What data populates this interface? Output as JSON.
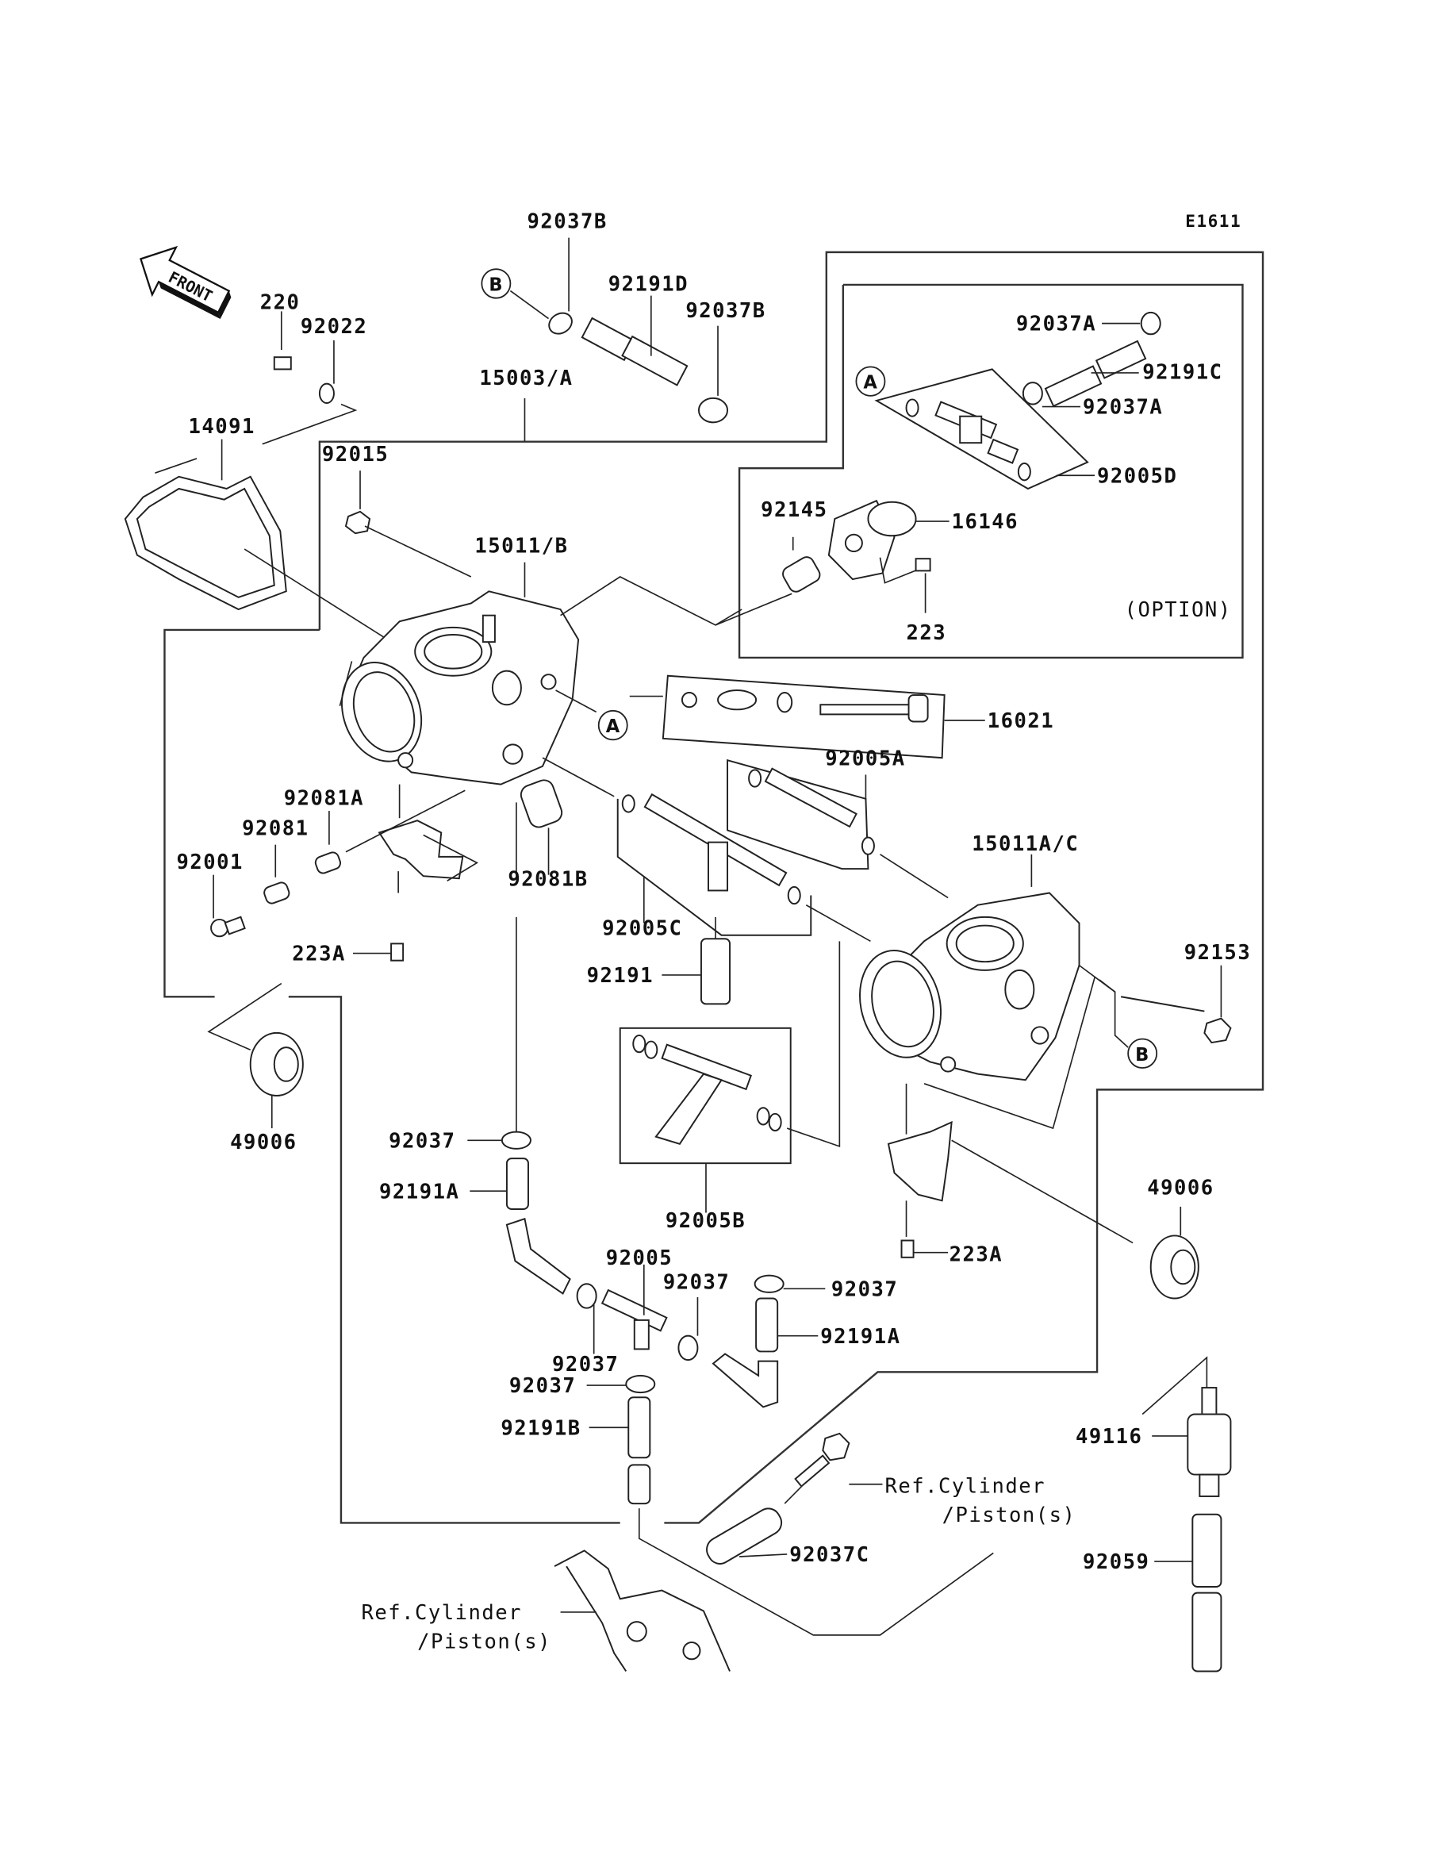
{
  "diagram": {
    "code": "E1611",
    "front_label": "FRONT",
    "option_label": "(OPTION)",
    "ref_cylinder_1": [
      "Ref.Cylinder",
      "/Piston(s)"
    ],
    "ref_cylinder_2": [
      "Ref.Cylinder",
      "/Piston(s)"
    ],
    "callouts": {
      "A": "A",
      "B": "B"
    },
    "parts": [
      {
        "id": "92037B_top",
        "label": "92037B"
      },
      {
        "id": "220",
        "label": "220"
      },
      {
        "id": "92022",
        "label": "92022"
      },
      {
        "id": "92191D",
        "label": "92191D"
      },
      {
        "id": "92037B_right",
        "label": "92037B"
      },
      {
        "id": "15003A",
        "label": "15003/A"
      },
      {
        "id": "14091",
        "label": "14091"
      },
      {
        "id": "92015",
        "label": "92015"
      },
      {
        "id": "15011B",
        "label": "15011/B"
      },
      {
        "id": "92037A_top",
        "label": "92037A"
      },
      {
        "id": "92191C",
        "label": "92191C"
      },
      {
        "id": "92037A_mid",
        "label": "92037A"
      },
      {
        "id": "92005D",
        "label": "92005D"
      },
      {
        "id": "92145",
        "label": "92145"
      },
      {
        "id": "16146",
        "label": "16146"
      },
      {
        "id": "223",
        "label": "223"
      },
      {
        "id": "16021",
        "label": "16021"
      },
      {
        "id": "92005A",
        "label": "92005A"
      },
      {
        "id": "15011AC",
        "label": "15011A/C"
      },
      {
        "id": "92081A",
        "label": "92081A"
      },
      {
        "id": "92081",
        "label": "92081"
      },
      {
        "id": "92001",
        "label": "92001"
      },
      {
        "id": "92081B",
        "label": "92081B"
      },
      {
        "id": "92005C",
        "label": "92005C"
      },
      {
        "id": "223A_left",
        "label": "223A"
      },
      {
        "id": "92191",
        "label": "92191"
      },
      {
        "id": "92153",
        "label": "92153"
      },
      {
        "id": "49006_left",
        "label": "49006"
      },
      {
        "id": "92037_a",
        "label": "92037"
      },
      {
        "id": "92191A_left",
        "label": "92191A"
      },
      {
        "id": "92005B",
        "label": "92005B"
      },
      {
        "id": "49006_right",
        "label": "49006"
      },
      {
        "id": "223A_right",
        "label": "223A"
      },
      {
        "id": "92005",
        "label": "92005"
      },
      {
        "id": "92037_b",
        "label": "92037"
      },
      {
        "id": "92037_c",
        "label": "92037"
      },
      {
        "id": "92191A_right",
        "label": "92191A"
      },
      {
        "id": "92037_d",
        "label": "92037"
      },
      {
        "id": "92037_e",
        "label": "92037"
      },
      {
        "id": "92191B",
        "label": "92191B"
      },
      {
        "id": "49116",
        "label": "49116"
      },
      {
        "id": "92037C",
        "label": "92037C"
      },
      {
        "id": "92059",
        "label": "92059"
      }
    ]
  }
}
